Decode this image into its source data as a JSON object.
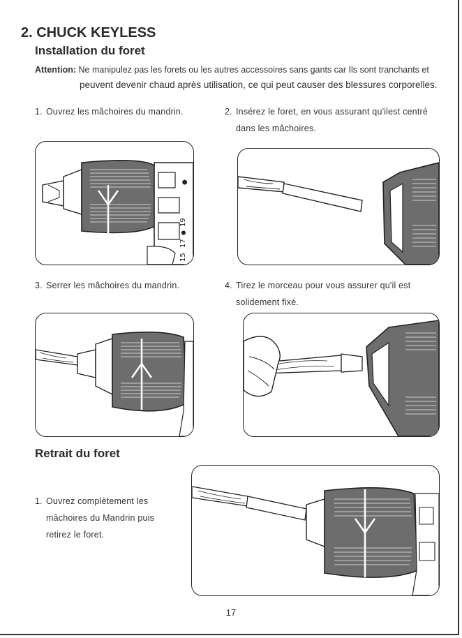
{
  "section_title": "2. CHUCK KEYLESS",
  "install_title": "Installation du foret",
  "attention": {
    "label": "Attention:",
    "line1": "Ne manipulez pas les forets ou les autres accessoires sans gants car Ils sont tranchants et",
    "line2": "peuvent devenir chaud après utilisation, ce qui peut causer des blessures corporelles."
  },
  "steps": [
    {
      "num": "1.",
      "line1": "Ouvrez les mâchoires du mandrin.",
      "line2": ""
    },
    {
      "num": "2.",
      "line1": "Insérez le foret, en vous assurant qu'ilest centré",
      "line2": "dans les mâchoires."
    },
    {
      "num": "3.",
      "line1": "Serrer les mâchoires du mandrin.",
      "line2": ""
    },
    {
      "num": "4.",
      "line1": "Tirez le morceau pour vous assurer qu'il est",
      "line2": "solidement fixé."
    }
  ],
  "removal_title": "Retrait du foret",
  "removal_step": {
    "num": "1.",
    "line1": "Ouvrez complètement les",
    "line2": "mâchoires du Mandrin puis",
    "line3": "retirez le foret."
  },
  "collar_marks": {
    "n17": "17",
    "n19": "19",
    "n15": "15"
  },
  "page_number": "17"
}
